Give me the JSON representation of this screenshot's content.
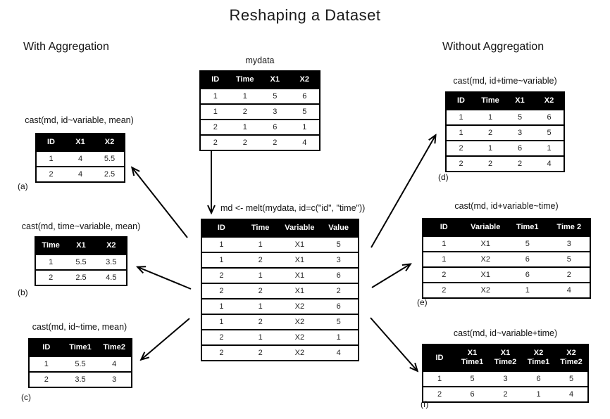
{
  "title": "Reshaping a Dataset",
  "left_heading": "With Aggregation",
  "right_heading": "Without Aggregation",
  "tables": {
    "mydata": {
      "caption": "mydata",
      "headers": [
        "ID",
        "Time",
        "X1",
        "X2"
      ],
      "rows": [
        [
          "1",
          "1",
          "5",
          "6"
        ],
        [
          "1",
          "2",
          "3",
          "5"
        ],
        [
          "2",
          "1",
          "6",
          "1"
        ],
        [
          "2",
          "2",
          "2",
          "4"
        ]
      ]
    },
    "melt": {
      "caption": "md <- melt(mydata, id=c(\"id\", \"time\"))",
      "headers": [
        "ID",
        "Time",
        "Variable",
        "Value"
      ],
      "rows": [
        [
          "1",
          "1",
          "X1",
          "5"
        ],
        [
          "1",
          "2",
          "X1",
          "3"
        ],
        [
          "2",
          "1",
          "X1",
          "6"
        ],
        [
          "2",
          "2",
          "X1",
          "2"
        ],
        [
          "1",
          "1",
          "X2",
          "6"
        ],
        [
          "1",
          "2",
          "X2",
          "5"
        ],
        [
          "2",
          "1",
          "X2",
          "1"
        ],
        [
          "2",
          "2",
          "X2",
          "4"
        ]
      ]
    },
    "a": {
      "caption": "cast(md, id~variable, mean)",
      "label": "(a)",
      "headers": [
        "ID",
        "X1",
        "X2"
      ],
      "rows": [
        [
          "1",
          "4",
          "5.5"
        ],
        [
          "2",
          "4",
          "2.5"
        ]
      ]
    },
    "b": {
      "caption": "cast(md, time~variable, mean)",
      "label": "(b)",
      "headers": [
        "Time",
        "X1",
        "X2"
      ],
      "rows": [
        [
          "1",
          "5.5",
          "3.5"
        ],
        [
          "2",
          "2.5",
          "4.5"
        ]
      ]
    },
    "c": {
      "caption": "cast(md, id~time, mean)",
      "label": "(c)",
      "headers": [
        "ID",
        "Time1",
        "Time2"
      ],
      "rows": [
        [
          "1",
          "5.5",
          "4"
        ],
        [
          "2",
          "3.5",
          "3"
        ]
      ]
    },
    "d": {
      "caption": "cast(md, id+time~variable)",
      "label": "(d)",
      "headers": [
        "ID",
        "Time",
        "X1",
        "X2"
      ],
      "rows": [
        [
          "1",
          "1",
          "5",
          "6"
        ],
        [
          "1",
          "2",
          "3",
          "5"
        ],
        [
          "2",
          "1",
          "6",
          "1"
        ],
        [
          "2",
          "2",
          "2",
          "4"
        ]
      ]
    },
    "e": {
      "caption": "cast(md, id+variable~time)",
      "label": "(e)",
      "headers": [
        "ID",
        "Variable",
        "Time1",
        "Time 2"
      ],
      "rows": [
        [
          "1",
          "X1",
          "5",
          "3"
        ],
        [
          "1",
          "X2",
          "6",
          "5"
        ],
        [
          "2",
          "X1",
          "6",
          "2"
        ],
        [
          "2",
          "X2",
          "1",
          "4"
        ]
      ]
    },
    "f": {
      "caption": "cast(md, id~variable+time)",
      "label": "(f)",
      "headers": [
        "ID",
        "X1\nTime1",
        "X1\nTime2",
        "X2\nTime1",
        "X2\nTime2"
      ],
      "rows": [
        [
          "1",
          "5",
          "3",
          "6",
          "5"
        ],
        [
          "2",
          "6",
          "2",
          "1",
          "4"
        ]
      ]
    }
  },
  "colors": {
    "header_bg": "#000000",
    "header_text": "#ffffff",
    "border": "#000000",
    "text": "#1a1a1a",
    "background": "#ffffff"
  }
}
